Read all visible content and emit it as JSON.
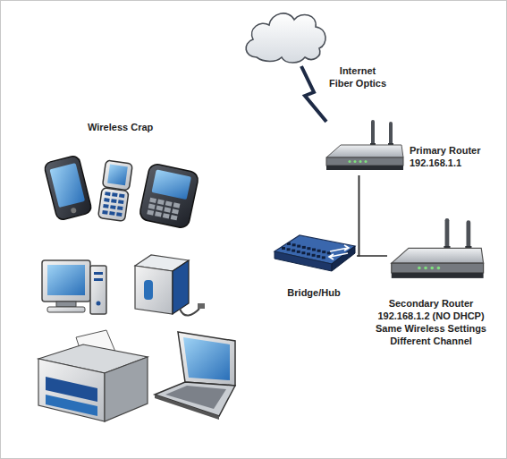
{
  "diagram": {
    "nodes": [
      {
        "text": [
          "Internet",
          "Fiber Optics"
        ]
      },
      {
        "text": [
          "Primary Router",
          "192.168.1.1"
        ]
      },
      {
        "text": [
          "Bridge/Hub"
        ]
      },
      {
        "text": [
          "Secondary Router",
          "192.168.1.2 (NO DHCP)",
          "Same Wireless Settings",
          "Different Channel"
        ]
      }
    ],
    "edges": [
      {
        "from": 0,
        "to": 1,
        "arrow": "none"
      },
      {
        "from": 1,
        "to": 2,
        "arrow": "none"
      },
      {
        "from": 1,
        "to": 3,
        "arrow": "none"
      }
    ],
    "labels": [
      "Wireless Crap"
    ]
  }
}
